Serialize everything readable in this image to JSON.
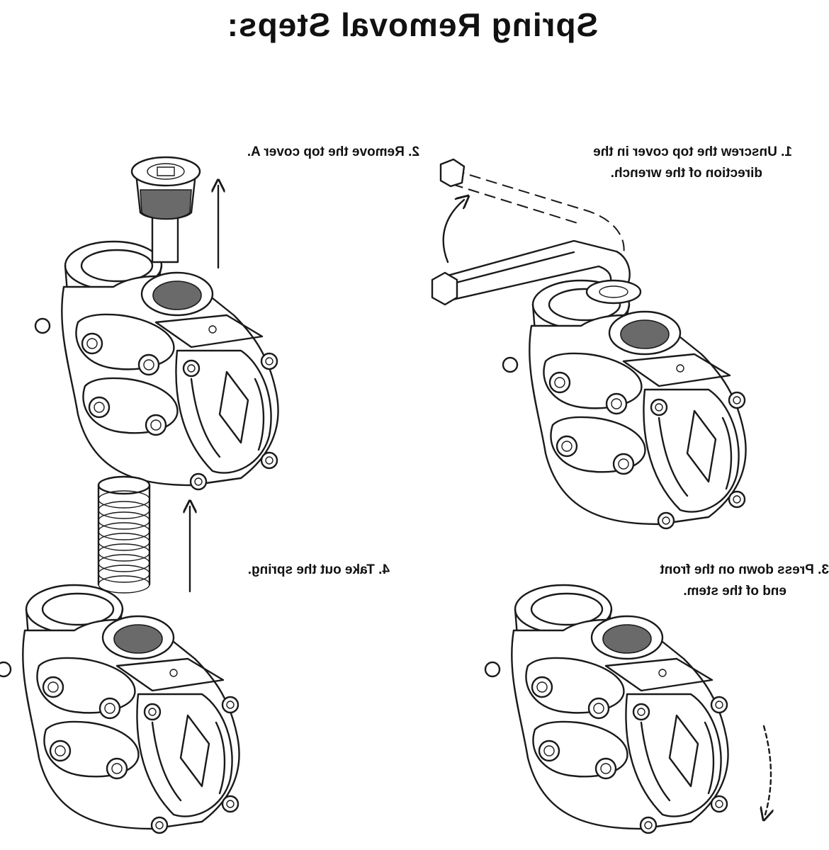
{
  "title": "Spring Removal Steps:",
  "steps": [
    {
      "line1": "1. Unscrew the top cover in the",
      "line2": "direction of the wrench."
    },
    {
      "line1": "2. Remove the top cover A.",
      "line2": ""
    },
    {
      "line1": "3. Press down on the front",
      "line2": "end of the stem."
    },
    {
      "line1": "4. Take out the spring.",
      "line2": ""
    }
  ]
}
